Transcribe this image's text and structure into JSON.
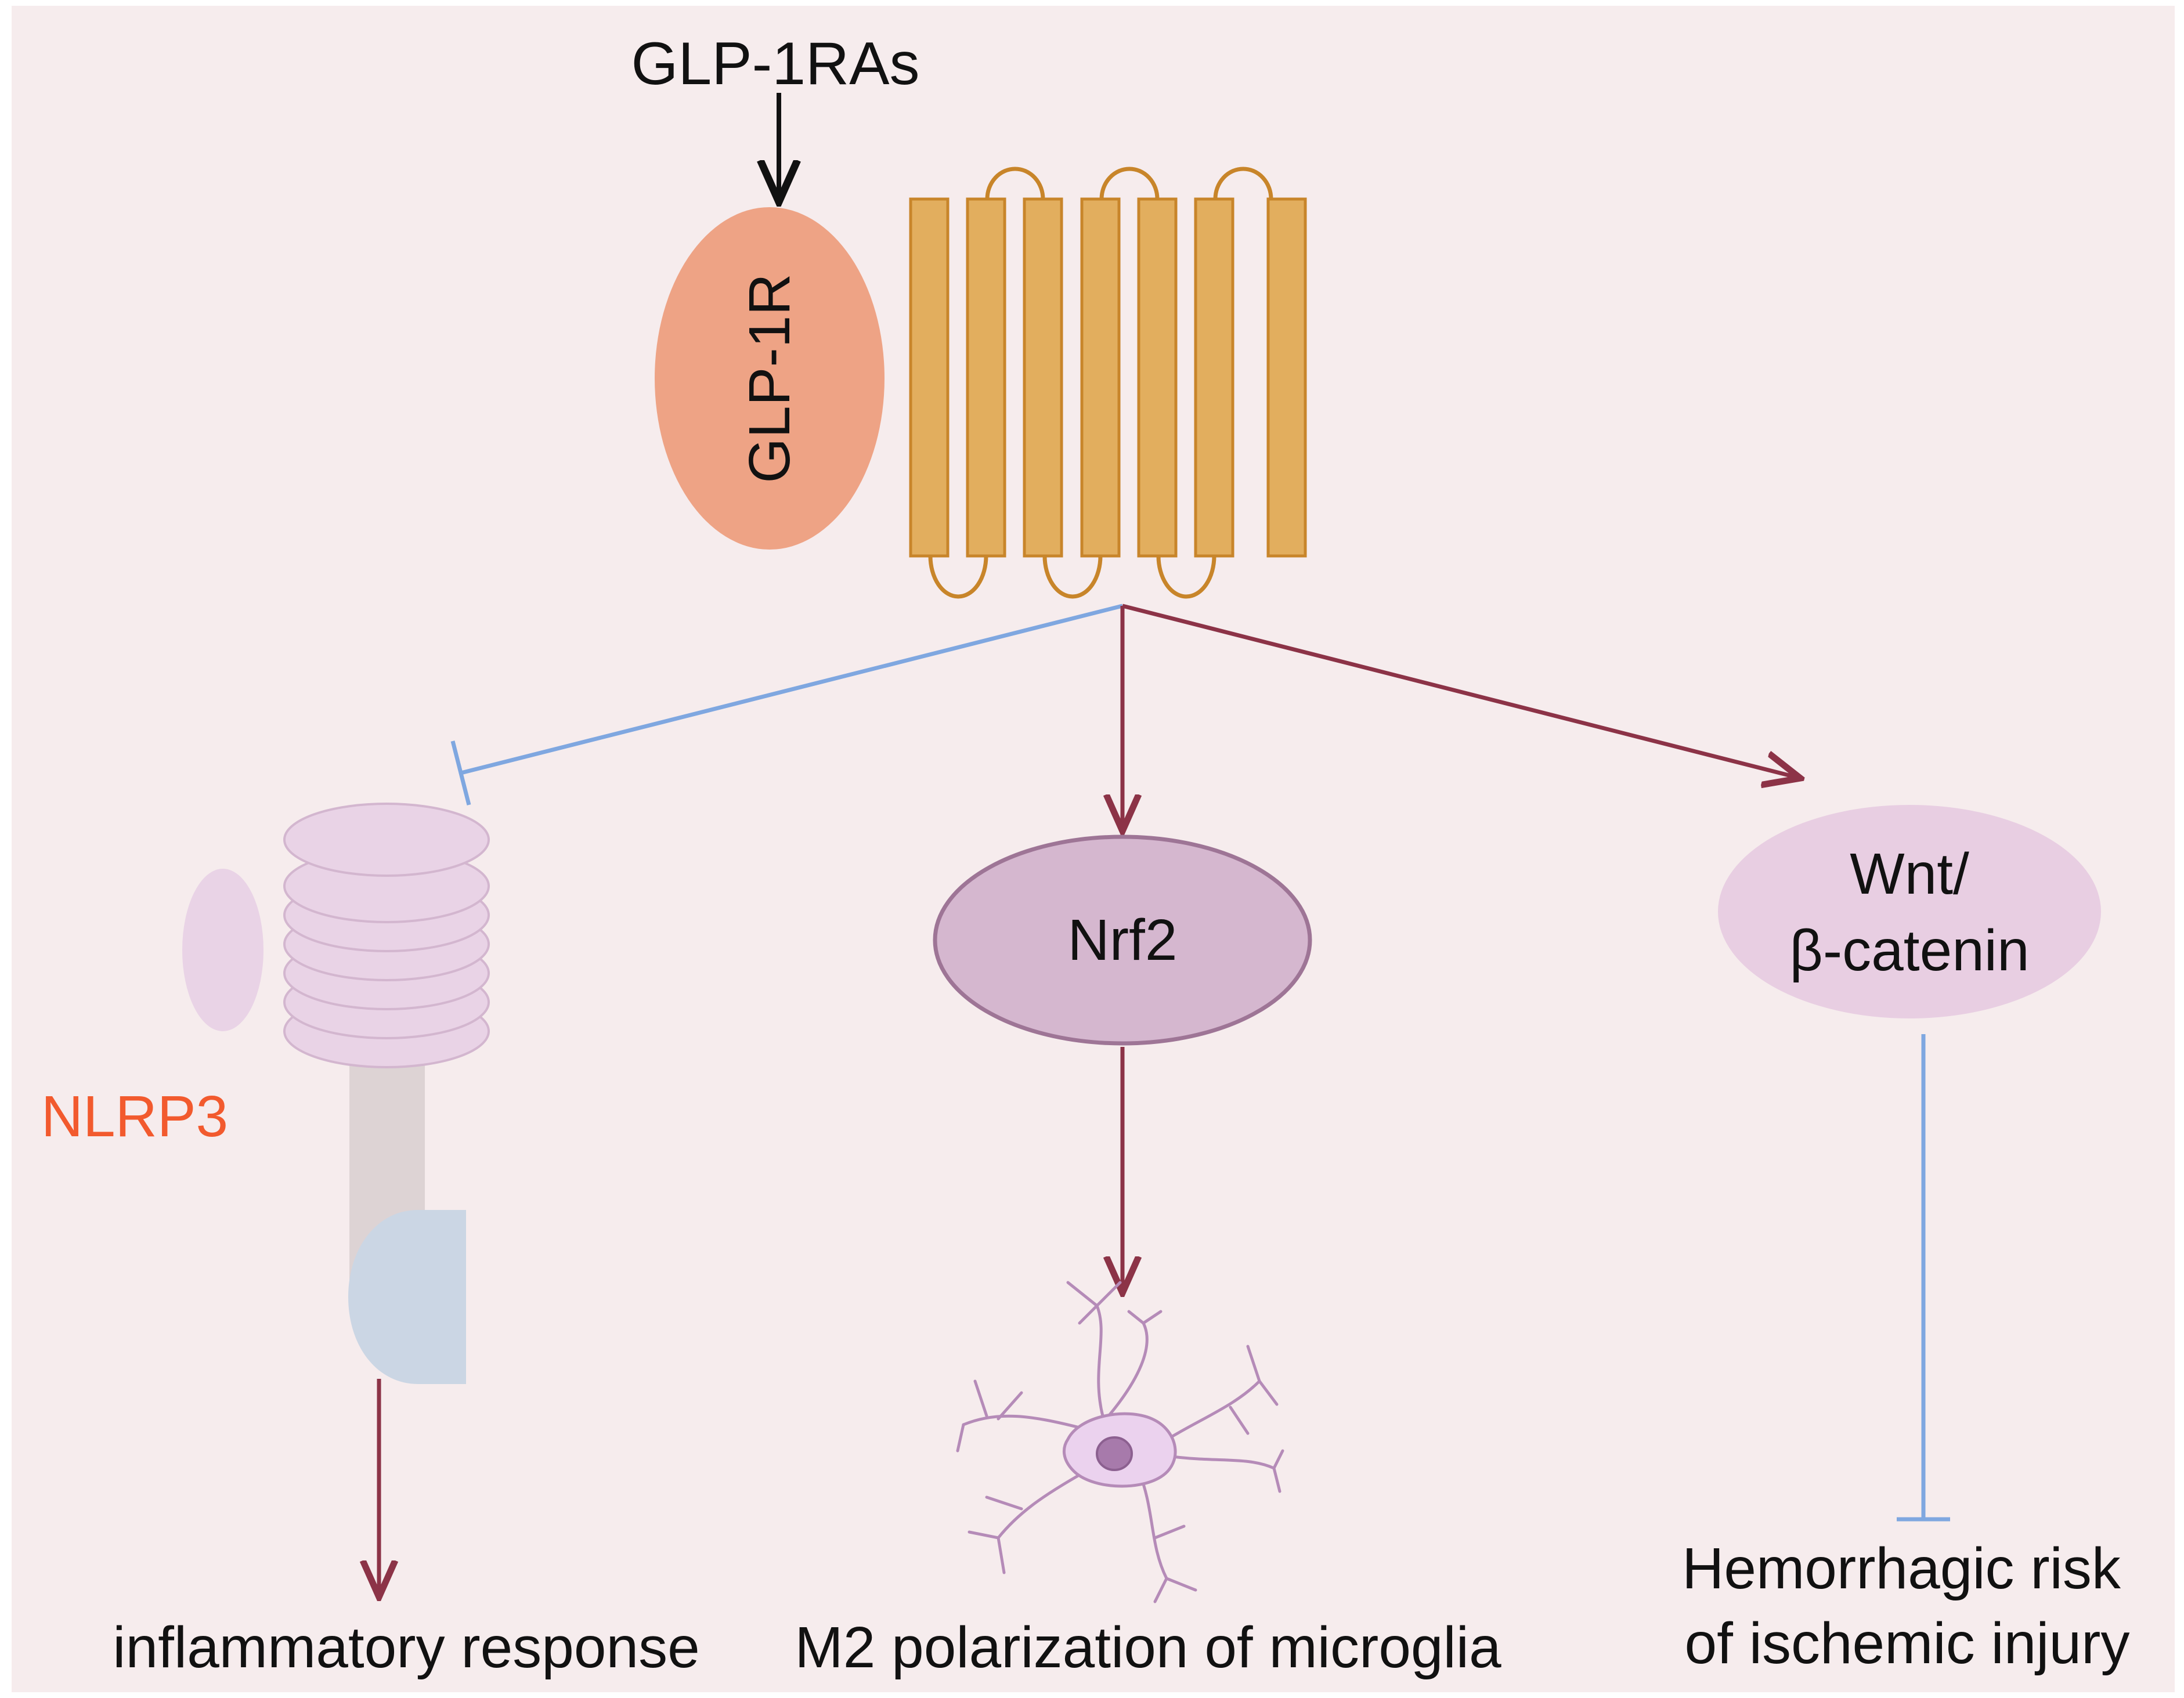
{
  "colors": {
    "background": "#F6ECED",
    "receptor_fill": "#E2AE5E",
    "receptor_stroke": "#C8852A",
    "glp1r_fill": "#EEA385",
    "activation_arrow": "#8C3347",
    "inhibition_line": "#7FA7E0",
    "nrf2_fill": "#D5B7CF",
    "nrf2_stroke": "#9E7596",
    "wnt_fill": "#E8CEE2",
    "nlrp3_fill": "#E9D3E6",
    "nlrp3_stroke": "#D3B6CF",
    "nlrp3_stem": "#DDD3D4",
    "nlrp3_cap": "#CBD6E4",
    "microglia_fill": "#EBD2EE",
    "microglia_stroke": "#B58BB8",
    "nucleus_fill": "#A77AAB",
    "nlrp3_label": "#F25A2E",
    "text": "#111111"
  },
  "labels": {
    "agonist": "GLP-1RAs",
    "receptor": "GLP-1R",
    "nlrp3": "NLRP3",
    "nrf2": "Nrf2",
    "wnt_line1": "Wnt/",
    "wnt_line2": "β-catenin",
    "outcome_inflammation": "inflammatory response",
    "outcome_microglia": "M2 polarization of microglia",
    "outcome_hemorrhage_line1": "Hemorrhagic risk",
    "outcome_hemorrhage_line2": "of ischemic injury"
  },
  "icons": {
    "receptor": "seven-transmembrane-receptor-icon",
    "inflammasome": "nlrp3-inflammasome-icon",
    "microglia": "microglia-cell-icon"
  }
}
